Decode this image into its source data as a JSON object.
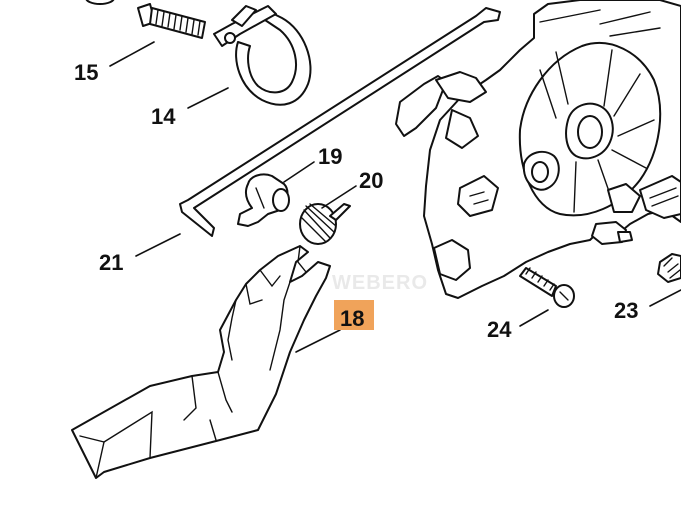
{
  "watermark": "WEBERO",
  "highlight_color": "#f0a35a",
  "line_color": "#111111",
  "callouts": [
    {
      "label": "15"
    },
    {
      "label": "14"
    },
    {
      "label": "19"
    },
    {
      "label": "20"
    },
    {
      "label": "21"
    },
    {
      "label": "18",
      "highlighted": true
    },
    {
      "label": "24"
    },
    {
      "label": "23"
    }
  ]
}
